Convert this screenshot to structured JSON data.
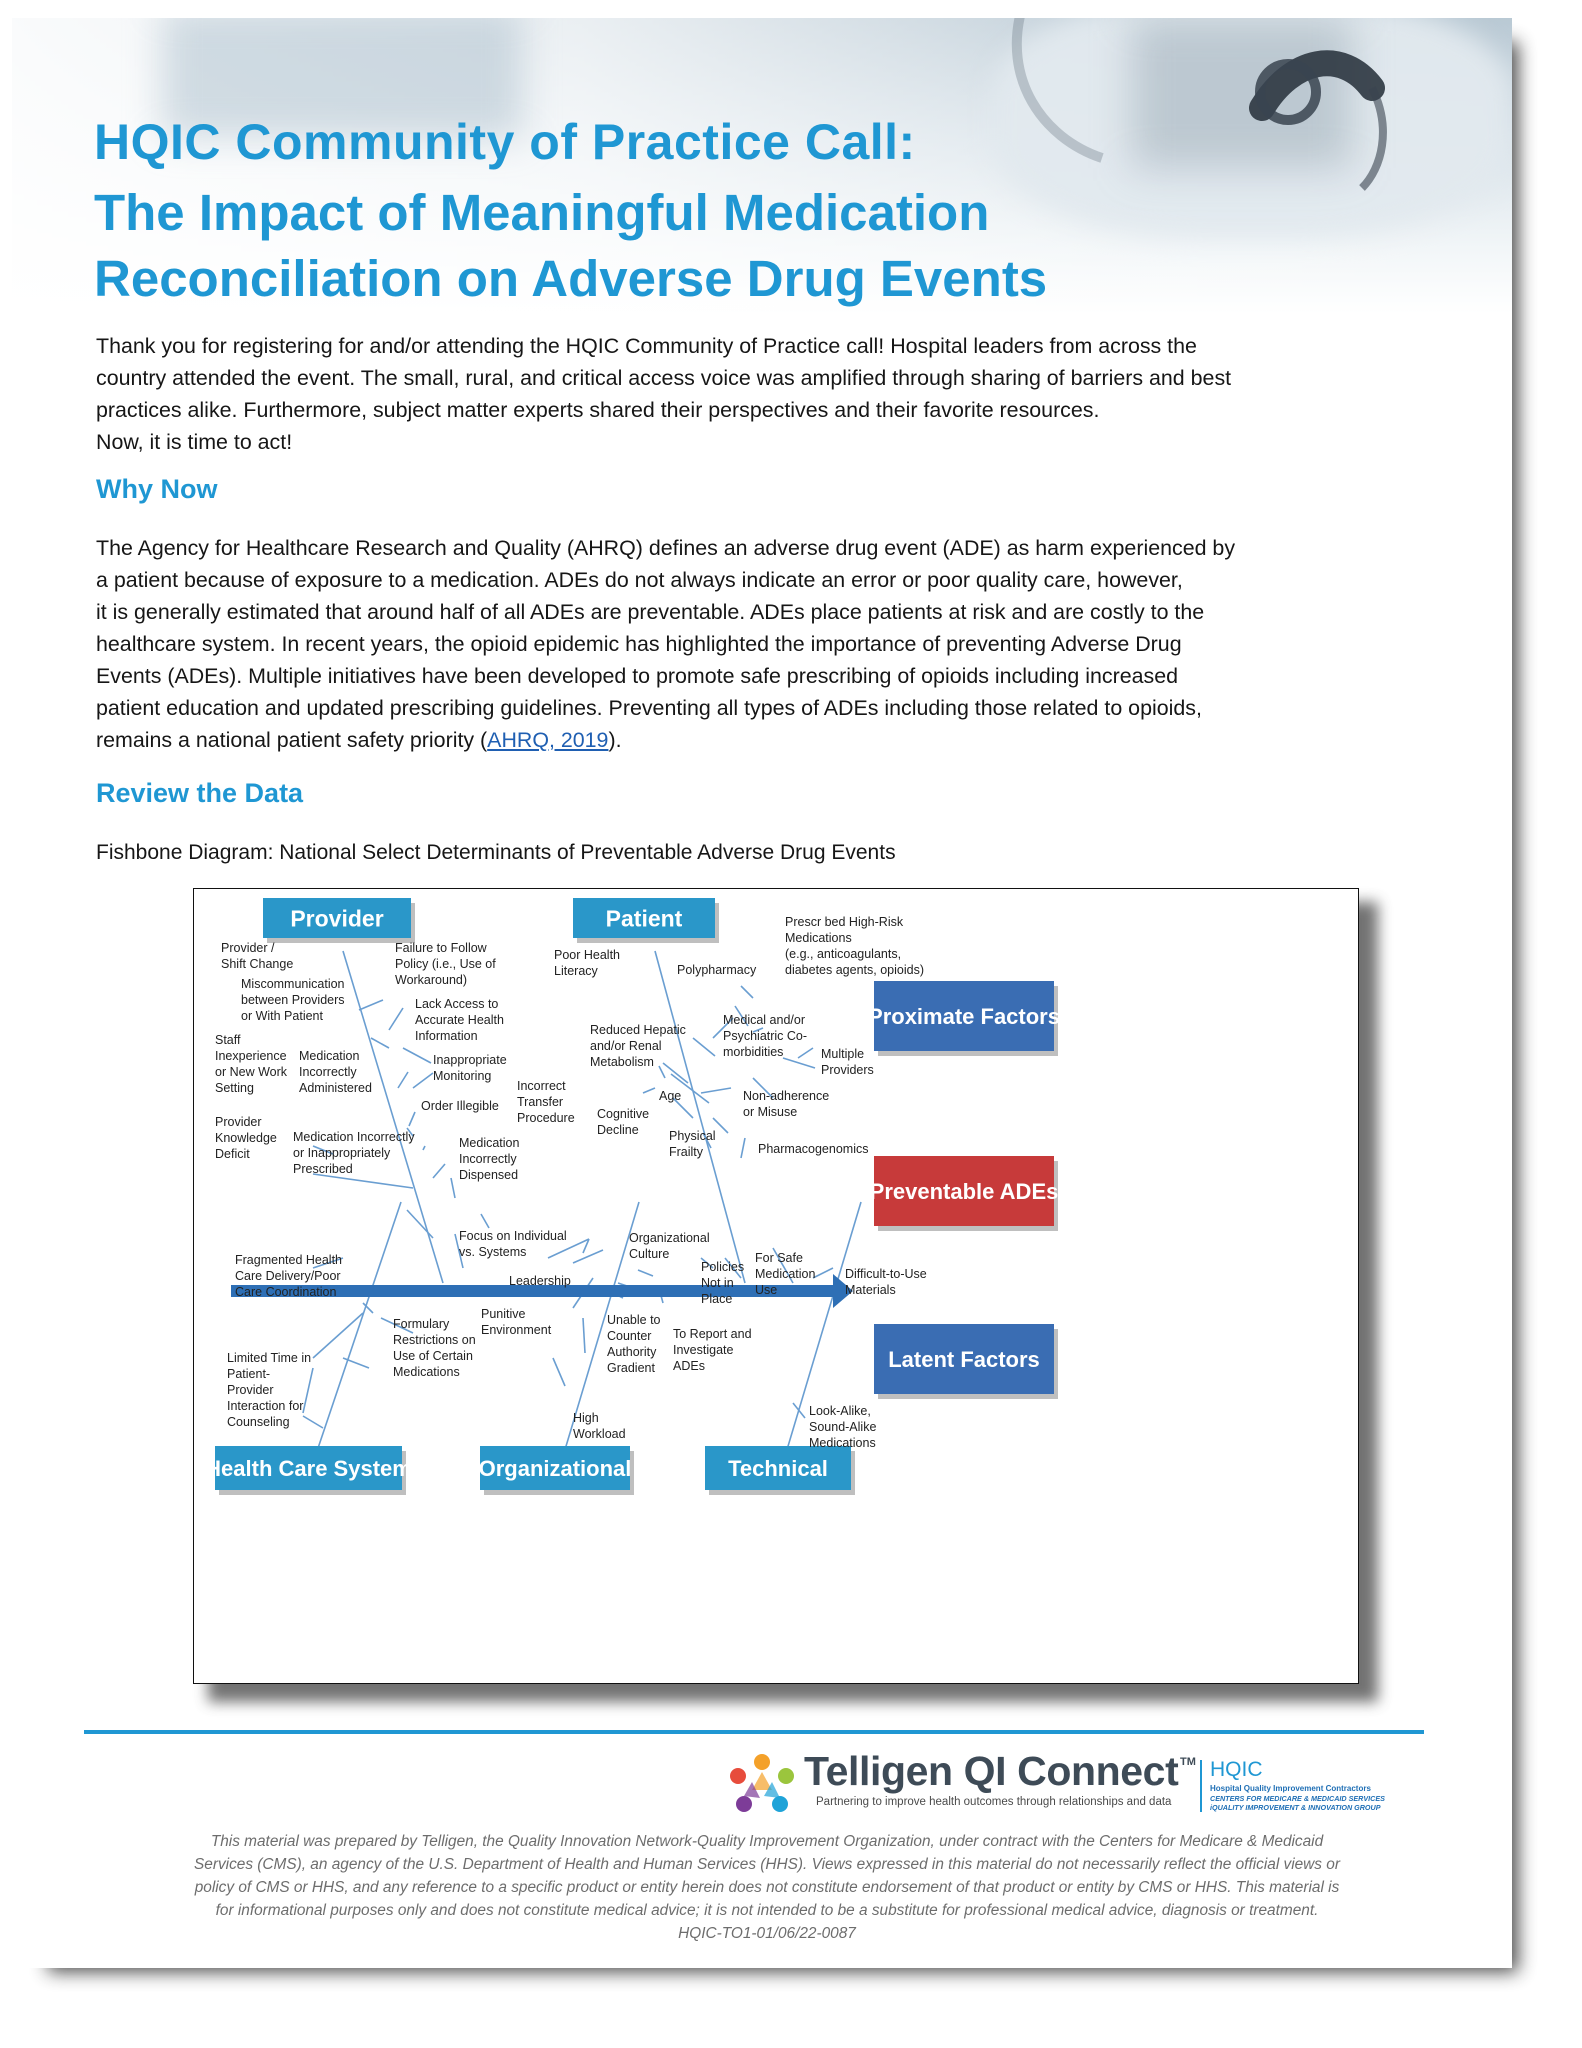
{
  "document": {
    "title_line1": "HQIC Community of Practice Call:",
    "title_line2": "The Impact of Meaningful Medication",
    "title_line3": "Reconciliation on Adverse Drug Events",
    "intro_lines": [
      "Thank you for registering for and/or attending the HQIC Community of Practice call! Hospital leaders from across the",
      "country attended the event. The small, rural, and critical access voice was amplified through sharing of barriers and best",
      "practices alike. Furthermore, subject matter experts shared their perspectives and their favorite resources.",
      "Now, it is time to act!"
    ],
    "section1_heading": "Why Now",
    "section1_lines": [
      "The Agency for Healthcare Research and Quality (AHRQ) defines an adverse drug event (ADE) as harm experienced by",
      "a patient because of exposure to a medication. ADEs do not always indicate an error or poor quality care, however,",
      "it is generally estimated that around half of all ADEs are preventable. ADEs place patients at risk and are costly to the",
      "healthcare system. In recent years, the opioid epidemic has highlighted the importance of preventing Adverse Drug",
      "Events (ADEs). Multiple initiatives have been developed to promote safe prescribing of opioids including increased",
      "patient education and updated prescribing guidelines. Preventing all types of ADEs including those related to opioids,"
    ],
    "section1_last_prefix": "remains a national patient safety priority (",
    "section1_link": "AHRQ, 2019",
    "section1_last_suffix": ").",
    "section2_heading": "Review the Data",
    "figure_caption": "Fishbone Diagram: National Select Determinants of Preventable Adverse Drug Events"
  },
  "diagram": {
    "headers": {
      "provider": "Provider",
      "patient": "Patient",
      "health_care_system": "Health Care System",
      "organizational": "Organizational",
      "technical": "Technical",
      "proximate": "Proximate Factors",
      "preventable": "Preventable ADEs",
      "latent": "Latent Factors"
    },
    "provider_labels": {
      "shift_change": [
        "Provider /",
        "Shift Change"
      ],
      "miscommunication": [
        "Miscommunication",
        "between Providers",
        "or With Patient"
      ],
      "staff_inexperience": [
        "Staff",
        "Inexperience",
        "or New Work",
        "Setting"
      ],
      "knowledge_deficit": [
        "Provider",
        "Knowledge",
        "Deficit"
      ],
      "failure_follow": [
        "Failure to Follow",
        "Policy (i.e., Use of",
        "Workaround)"
      ],
      "lack_access": [
        "Lack Access to",
        "Accurate Health",
        "Information"
      ],
      "med_administered": [
        "Medication",
        "Incorrectly",
        "Administered"
      ],
      "inappropriate_monitoring": [
        "Inappropriate",
        "Monitoring"
      ],
      "order_illegible": [
        "Order Illegible"
      ],
      "incorrect_transfer": [
        "Incorrect",
        "Transfer",
        "Procedure"
      ],
      "med_prescribed": [
        "Medication Incorrectly",
        "or Inappropriately",
        "Prescribed"
      ],
      "med_dispensed": [
        "Medication",
        "Incorrectly",
        "Dispensed"
      ]
    },
    "patient_labels": {
      "health_literacy": [
        "Poor Health",
        "Literacy"
      ],
      "polypharmacy": [
        "Polypharmacy"
      ],
      "high_risk_meds": [
        "Prescr bed High-Risk",
        "Medications",
        "(e.g., anticoagulants,",
        "diabetes agents, opioids)"
      ],
      "hepatic": [
        "Reduced Hepatic",
        "and/or Renal",
        "Metabolism"
      ],
      "comorbidities": [
        "Medical and/or",
        "Psychiatric Co-",
        "morbidities"
      ],
      "multiple_providers": [
        "Multiple",
        "Providers"
      ],
      "age": [
        "Age"
      ],
      "cognitive": [
        "Cognitive",
        "Decline"
      ],
      "frailty": [
        "Physical",
        "Frailty"
      ],
      "nonadherence": [
        "Non-adherence",
        "or Misuse"
      ],
      "pharmacogenomics": [
        "Pharmacogenomics"
      ]
    },
    "system_labels": {
      "fragmented": [
        "Fragmented Health",
        "Care Delivery/Poor",
        "Care Coordination"
      ],
      "formulary": [
        "Formulary",
        "Restrictions on",
        "Use of Certain",
        "Medications"
      ],
      "limited_time": [
        "Limited Time in",
        "Patient-",
        "Provider",
        "Interaction for",
        "Counseling"
      ]
    },
    "org_labels": {
      "focus": [
        "Focus on Individual",
        "vs. Systems"
      ],
      "culture": [
        "Organizational",
        "Culture"
      ],
      "leadership": [
        "Leadership"
      ],
      "policies": [
        "Policies",
        "Not in",
        "Place"
      ],
      "safe_use": [
        "For Safe",
        "Medication",
        "Use"
      ],
      "punitive": [
        "Punitive",
        "Environment"
      ],
      "unable": [
        "Unable to",
        "Counter",
        "Authority",
        "Gradient"
      ],
      "report": [
        "To Report and",
        "Investigate",
        "ADEs"
      ],
      "workload": [
        "High",
        "Workload"
      ]
    },
    "tech_labels": {
      "difficult": [
        "Difficult-to-Use",
        "Materials"
      ],
      "lookalike": [
        "Look-Alike,",
        "Sound-Alike",
        "Medications"
      ]
    },
    "colors": {
      "header_blue": "#2a97c9",
      "factor_blue": "#3a6db3",
      "preventable_red": "#c73a3a",
      "spine_blue": "#2e6fb5",
      "bone_line": "#6a9ed1"
    }
  },
  "footer": {
    "logo_name": "Telligen QI Connect",
    "logo_tm": "TM",
    "logo_tagline": "Partnering to improve health outcomes through relationships and data",
    "hqic": "HQIC",
    "hqic_sub1": "Hospital Quality Improvement Contractors",
    "hqic_sub2": "CENTERS FOR MEDICARE & MEDICAID SERVICES",
    "hqic_sub3": "iQUALITY IMPROVEMENT & INNOVATION GROUP",
    "disclaimer_lines": [
      "This material was prepared by Telligen, the Quality Innovation Network-Quality Improvement Organization, under contract with the Centers for Medicare & Medicaid",
      "Services (CMS), an agency of the U.S. Department of Health and Human Services (HHS). Views expressed in this material do not necessarily reflect the official views or",
      "policy of CMS or HHS, and any reference to a specific product or entity herein does not constitute endorsement of that product or entity by CMS or HHS. This material is",
      "for informational purposes only and does not constitute medical advice; it is not intended to be a substitute for professional medical advice, diagnosis or treatment.",
      "HQIC-TO1-01/06/22-0087"
    ]
  }
}
